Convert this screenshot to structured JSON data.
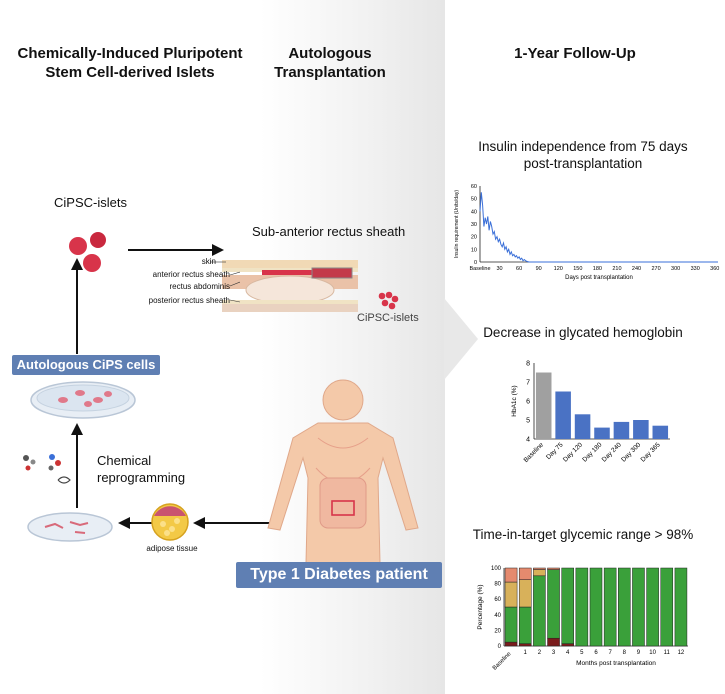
{
  "headings": {
    "col1": "Chemically-Induced Pluripotent Stem Cell-derived Islets",
    "col2": "Autologous Transplantation",
    "col3": "1-Year Follow-Up"
  },
  "left": {
    "islets_label": "CiPSC-islets",
    "autologous_cells": "Autologous CiPS cells",
    "chemical": "Chemical",
    "reprogramming": "reprogramming",
    "adipose": "adipose tissue"
  },
  "middle": {
    "site_title": "Sub-anterior rectus sheath",
    "layers": [
      "skin",
      "anterior rectus sheath",
      "rectus abdominis",
      "posterior rectus sheath"
    ],
    "islets_label": "CiPSC-islets",
    "patient": "Type 1 Diabetes patient"
  },
  "colors": {
    "accent_blue": "#5f7fb3",
    "bar_blue": "#4a72c4",
    "bar_grey": "#a0a0a0",
    "green": "#3aa03a",
    "islet_red": "#d8344a"
  },
  "chart_data": [
    {
      "type": "line",
      "title": "Insulin independence from 75 days post-transplantation",
      "xlabel": "Days post transplantation",
      "ylabel": "Insulin requirement (Units/day)",
      "x_ticks": [
        "Baseline",
        "30",
        "60",
        "90",
        "120",
        "150",
        "180",
        "210",
        "240",
        "270",
        "300",
        "330",
        "360"
      ],
      "y_ticks": [
        "0",
        "10",
        "20",
        "30",
        "40",
        "50",
        "60"
      ],
      "ylim": [
        0,
        60
      ],
      "x": [
        0,
        2,
        4,
        6,
        8,
        10,
        12,
        14,
        16,
        18,
        20,
        22,
        24,
        26,
        28,
        30,
        32,
        34,
        36,
        38,
        40,
        42,
        44,
        46,
        48,
        50,
        52,
        54,
        56,
        58,
        60,
        62,
        64,
        66,
        68,
        70,
        72,
        75,
        90,
        120,
        150,
        180,
        210,
        240,
        270,
        300,
        330,
        360,
        365
      ],
      "y": [
        40,
        55,
        45,
        28,
        35,
        30,
        36,
        25,
        32,
        28,
        22,
        24,
        18,
        20,
        16,
        18,
        14,
        12,
        15,
        10,
        12,
        8,
        10,
        6,
        8,
        5,
        6,
        4,
        5,
        3,
        4,
        2,
        3,
        1,
        2,
        1,
        0.5,
        0,
        0,
        0,
        0,
        0,
        0,
        0,
        0,
        0,
        0,
        0,
        0
      ]
    },
    {
      "type": "bar",
      "title": "Decrease in glycated hemoglobin",
      "ylabel": "HbA1c (%)",
      "categories": [
        "Baseline",
        "Day 75",
        "Day 120",
        "Day 180",
        "Day 240",
        "Day 300",
        "Day 365"
      ],
      "values": [
        7.5,
        6.5,
        5.3,
        4.6,
        4.9,
        5.0,
        4.7
      ],
      "y_ticks": [
        "4",
        "5",
        "6",
        "7",
        "8"
      ],
      "ylim": [
        4,
        8
      ]
    },
    {
      "type": "bar",
      "stacked": true,
      "title": "Time-in-target glycemic range > 98%",
      "xlabel": "Months post transplantation",
      "ylabel": "Percentage (%)",
      "categories": [
        "Baseline",
        "1",
        "2",
        "3",
        "4",
        "5",
        "6",
        "7",
        "8",
        "9",
        "10",
        "11",
        "12"
      ],
      "y_ticks": [
        "0",
        "20",
        "40",
        "60",
        "80",
        "100"
      ],
      "ylim": [
        0,
        100
      ],
      "series": [
        {
          "color": "#7a1c1c",
          "values": [
            5,
            3,
            0,
            10,
            3,
            0,
            0,
            0,
            0,
            0,
            0,
            0,
            0
          ]
        },
        {
          "color": "#3aa03a",
          "values": [
            45,
            47,
            90,
            88,
            97,
            100,
            100,
            100,
            100,
            100,
            100,
            100,
            100
          ]
        },
        {
          "color": "#d8b15a",
          "values": [
            32,
            35,
            8,
            0,
            0,
            0,
            0,
            0,
            0,
            0,
            0,
            0,
            0
          ]
        },
        {
          "color": "#e58a6e",
          "values": [
            18,
            15,
            2,
            2,
            0,
            0,
            0,
            0,
            0,
            0,
            0,
            0,
            0
          ]
        }
      ]
    }
  ]
}
